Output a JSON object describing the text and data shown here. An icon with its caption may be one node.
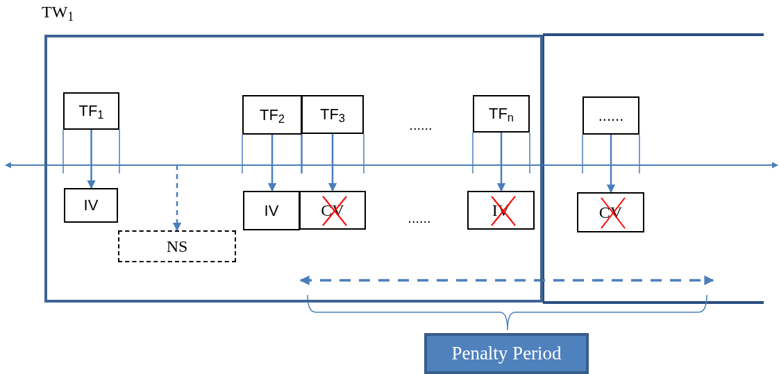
{
  "diagram": {
    "nodes": [
      {
        "text": [
          "TW$_{1}$"
        ]
      },
      {
        "text": [
          "TF$_{1}$"
        ],
        "in": 0
      },
      {
        "text": [
          "IV"
        ],
        "in": 0
      },
      {
        "text": [
          "NS"
        ],
        "in": 0
      },
      {
        "text": [
          "TF$_{2}$"
        ],
        "in": 0
      },
      {
        "text": [
          "TF$_{3}$"
        ],
        "in": 0
      },
      {
        "text": [
          "IV"
        ],
        "in": 0
      },
      {
        "text": [
          "CV"
        ],
        "in": 0
      },
      {
        "text": [
          "TF$_{n}$"
        ],
        "in": 0
      },
      {
        "text": [
          "IV"
        ],
        "in": 0
      },
      {
        "text": [
          "......"
        ]
      },
      {
        "text": [
          "CV"
        ]
      },
      {
        "text": [
          "Penalty Period"
        ]
      }
    ],
    "edges": [
      {
        "from": 1,
        "to": 2,
        "arrow": "to"
      },
      {
        "from": null,
        "to": 3,
        "arrow": "to",
        "style": "dashed"
      },
      {
        "from": 4,
        "to": 6,
        "arrow": "to"
      },
      {
        "from": 5,
        "to": 7,
        "arrow": "to"
      },
      {
        "from": 8,
        "to": 9,
        "arrow": "to"
      },
      {
        "from": 10,
        "to": 11,
        "arrow": "to"
      }
    ],
    "labels": [
      "......",
      "......"
    ]
  }
}
